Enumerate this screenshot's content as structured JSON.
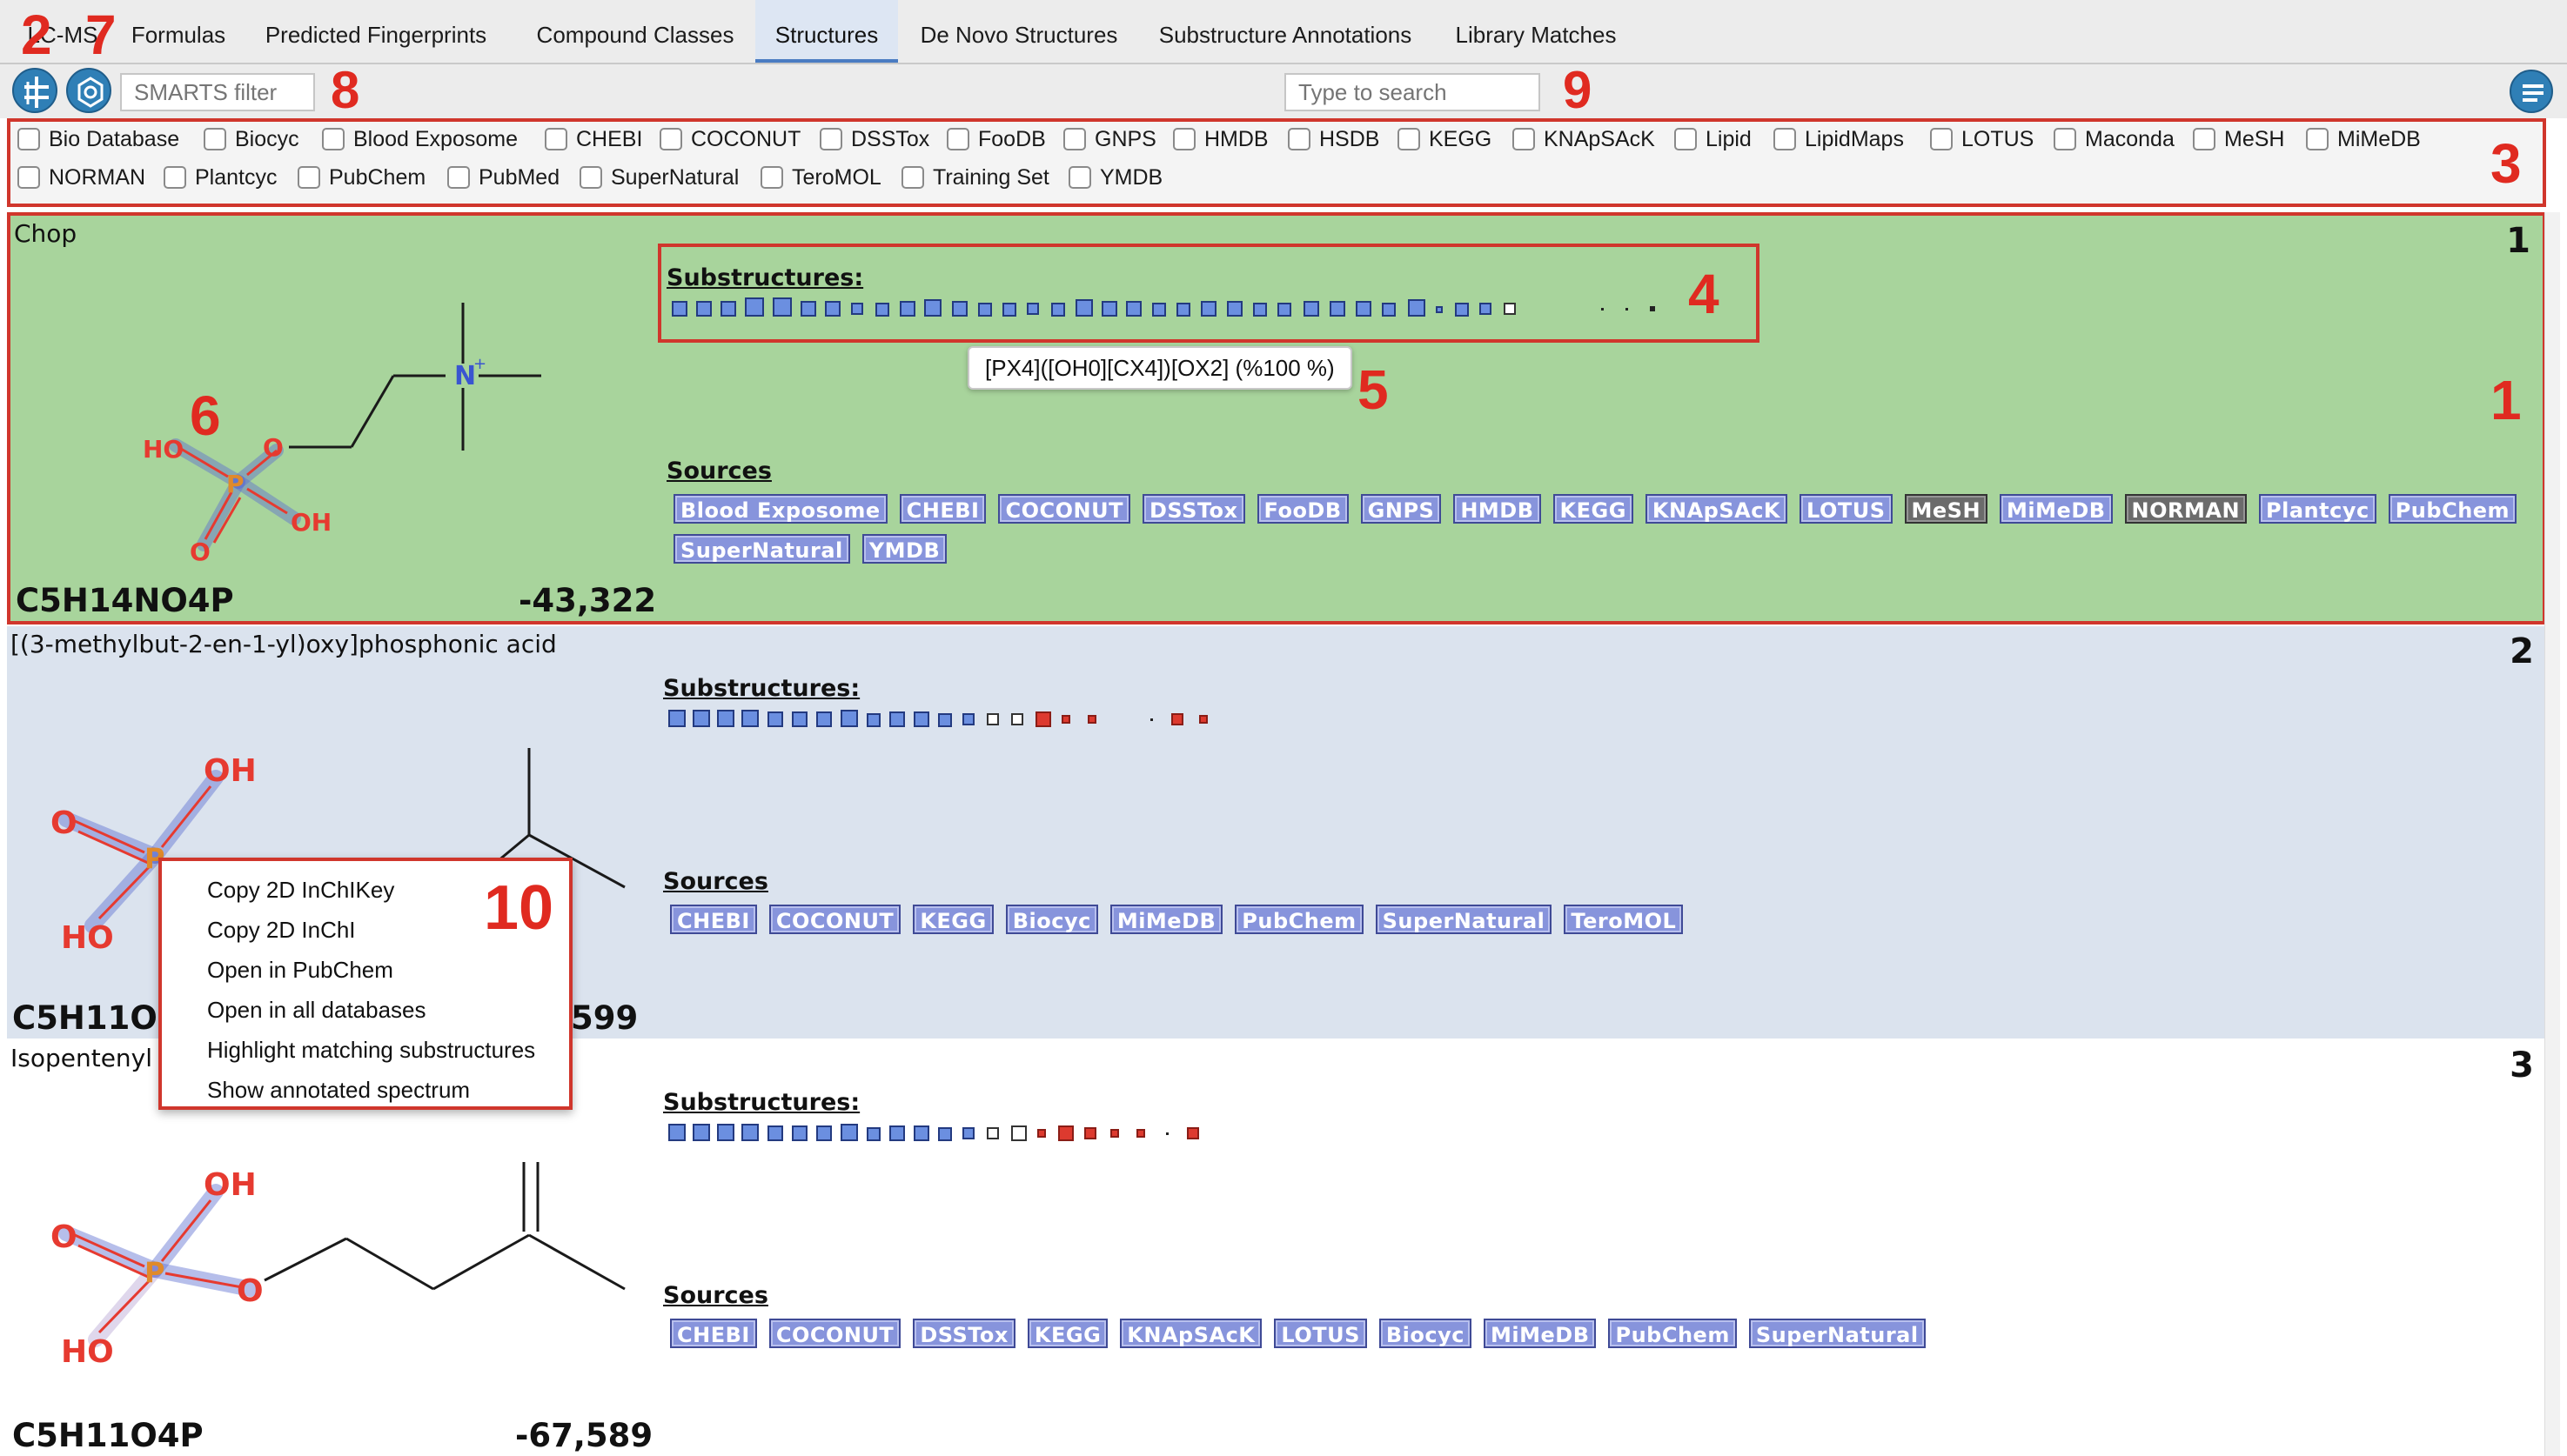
{
  "tabs": [
    {
      "label": "LC-MS",
      "active": false
    },
    {
      "label": "Formulas",
      "active": false
    },
    {
      "label": "Predicted Fingerprints",
      "active": false
    },
    {
      "label": "Compound Classes",
      "active": false
    },
    {
      "label": "Structures",
      "active": true
    },
    {
      "label": "De Novo Structures",
      "active": false
    },
    {
      "label": "Substructure Annotations",
      "active": false
    },
    {
      "label": "Library Matches",
      "active": false
    }
  ],
  "toolbar": {
    "filter_button_icon": "filter-adjust-icon",
    "structure_button_icon": "molecule-icon",
    "smarts_placeholder": "SMARTS filter",
    "search_placeholder": "Type to search",
    "list_button_icon": "list-menu-icon"
  },
  "database_filter": {
    "items": [
      "Bio Database",
      "Biocyc",
      "Blood Exposome",
      "CHEBI",
      "COCONUT",
      "DSSTox",
      "FooDB",
      "GNPS",
      "HMDB",
      "HSDB",
      "KEGG",
      "KNApSAcK",
      "Lipid",
      "LipidMaps",
      "LOTUS",
      "Maconda",
      "MeSH",
      "MiMeDB",
      "NORMAN",
      "Plantcyc",
      "PubChem",
      "PubMed",
      "SuperNatural",
      "TeroMOL",
      "Training Set",
      "YMDB"
    ]
  },
  "annotations": {
    "n1a": "1",
    "n1b": "1",
    "n2": "2",
    "n7": "7",
    "n3": "3",
    "n4": "4",
    "n5": "5",
    "n6": "6",
    "n8": "8",
    "n9": "9",
    "n10": "10"
  },
  "labels": {
    "substructures": "Substructures:",
    "sources": "Sources"
  },
  "candidates": [
    {
      "rank": "1",
      "name": "Chop",
      "formula": "C5H14NO4P",
      "score": "-43,322",
      "sources": [
        "Blood Exposome",
        "CHEBI",
        "COCONUT",
        "DSSTox",
        "FooDB",
        "GNPS",
        "HMDB",
        "KEGG",
        "KNApSAcK",
        "LOTUS",
        "MeSH",
        "MiMeDB",
        "NORMAN",
        "Plantcyc",
        "PubChem",
        "SuperNatural",
        "YMDB"
      ],
      "gray_sources": [
        "MeSH",
        "NORMAN"
      ]
    },
    {
      "rank": "2",
      "name": "[(3-methylbut-2-en-1-yl)oxy]phosphonic acid",
      "formula": "C5H11O",
      "score": ",599",
      "sources": [
        "CHEBI",
        "COCONUT",
        "KEGG",
        "Biocyc",
        "MiMeDB",
        "PubChem",
        "SuperNatural",
        "TeroMOL"
      ],
      "gray_sources": []
    },
    {
      "rank": "3",
      "name": "Isopentenyl",
      "formula": "C5H11O4P",
      "score": "-67,589",
      "sources": [
        "CHEBI",
        "COCONUT",
        "DSSTox",
        "KEGG",
        "KNApSAcK",
        "LOTUS",
        "Biocyc",
        "MiMeDB",
        "PubChem",
        "SuperNatural"
      ],
      "gray_sources": []
    }
  ],
  "tooltip": {
    "text": "[PX4]([OH0][CX4])[OX2]  (%100 %)"
  },
  "context_menu": {
    "items": [
      "Copy 2D InChIKey",
      "Copy 2D InChI",
      "Open in PubChem",
      "Open in all databases",
      "Highlight matching substructures",
      "Show annotated spectrum"
    ]
  },
  "colors": {
    "selected_row": "#a8d49c",
    "alt_row": "#dbe3ee",
    "annotation_red": "#e02a20",
    "source_badge": "#8794dc",
    "source_badge_gray": "#6b6b6b"
  }
}
